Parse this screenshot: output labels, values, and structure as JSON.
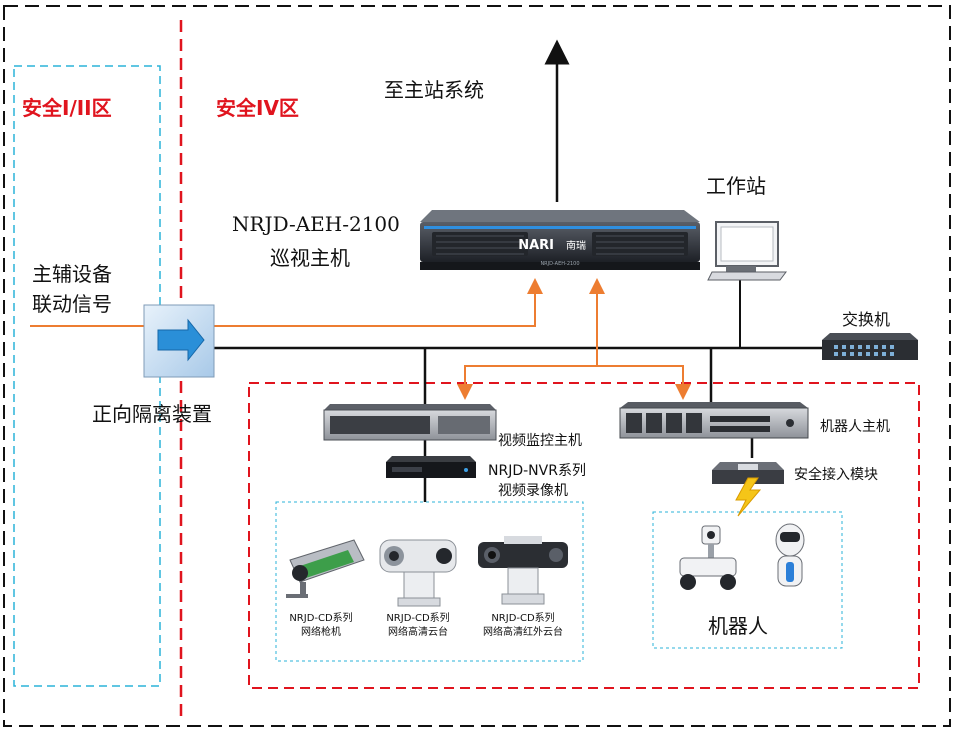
{
  "zones": {
    "zone_1_2": "安全I/II区",
    "zone_4": "安全IV区"
  },
  "labels": {
    "to_master": "至主站系统",
    "host_model": "NRJD-AEH-2100",
    "host_name": "巡视主机",
    "server_brand": "NARI",
    "server_brand_cn": "南瑞",
    "workstation": "工作站",
    "aux_signal_line1": "主辅设备",
    "aux_signal_line2": "联动信号",
    "switch": "交换机",
    "isolation": "正向隔离装置",
    "video_host": "视频监控主机",
    "nvr_line1": "NRJD-NVR系列",
    "nvr_line2": "视频录像机",
    "robot_host": "机器人主机",
    "secure_module": "安全接入模块",
    "robot": "机器人"
  },
  "cameras": [
    {
      "series": "NRJD-CD系列",
      "name": "网络枪机"
    },
    {
      "series": "NRJD-CD系列",
      "name": "网络高清云台"
    },
    {
      "series": "NRJD-CD系列",
      "name": "网络高清红外云台"
    }
  ],
  "colors": {
    "zone_red": "#e0141e",
    "zone_cyan": "#2bb3d9",
    "signal_orange": "#ed7d31",
    "network_black": "#111111"
  }
}
